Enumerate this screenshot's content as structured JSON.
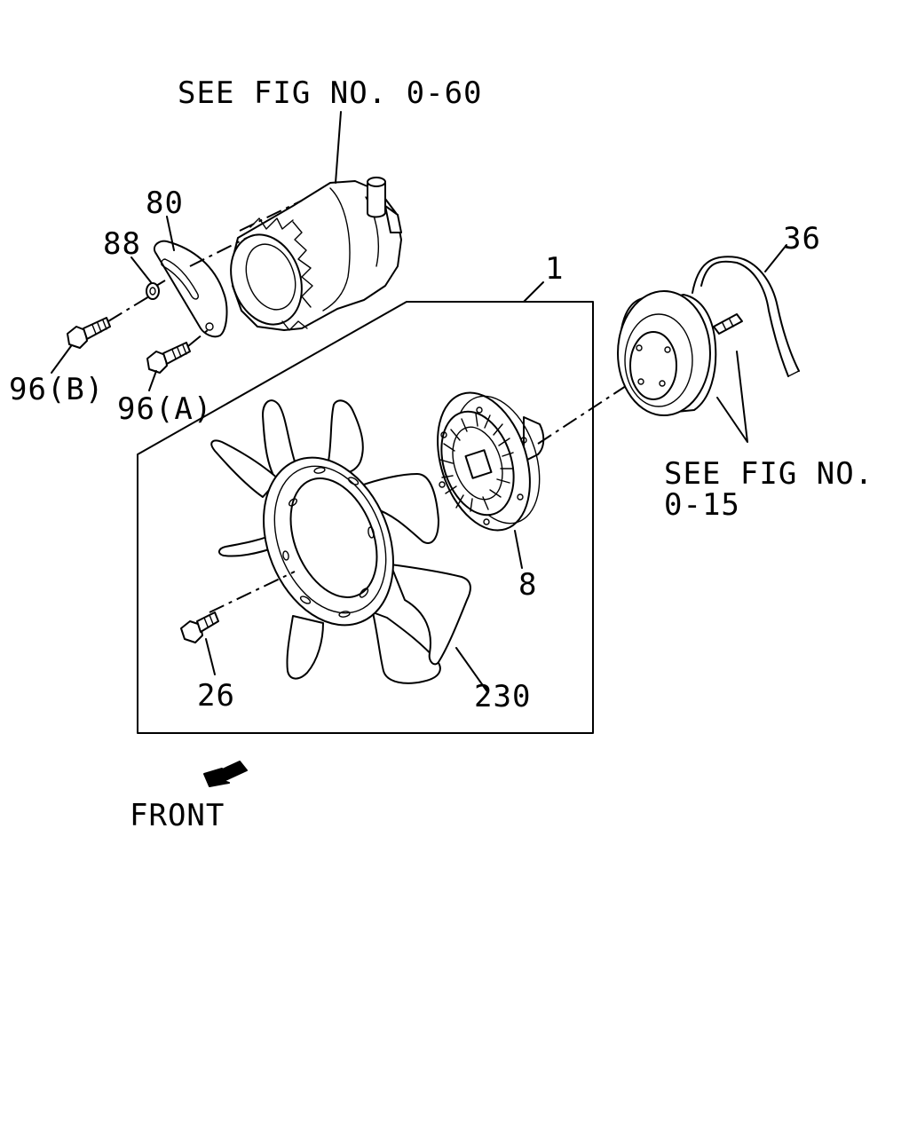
{
  "refs": {
    "alternator": "SEE FIG NO. 0-60",
    "water_pump_line1": "SEE FIG NO.",
    "water_pump_line2": "0-15"
  },
  "callouts": {
    "fan_assembly": "1",
    "clutch": "8",
    "bolt_fan": "26",
    "belt": "36",
    "adjust_plate": "80",
    "washer": "88",
    "bolt_a": "96(A)",
    "bolt_b": "96(B)",
    "fan_blade": "230"
  },
  "direction": {
    "label": "FRONT"
  }
}
